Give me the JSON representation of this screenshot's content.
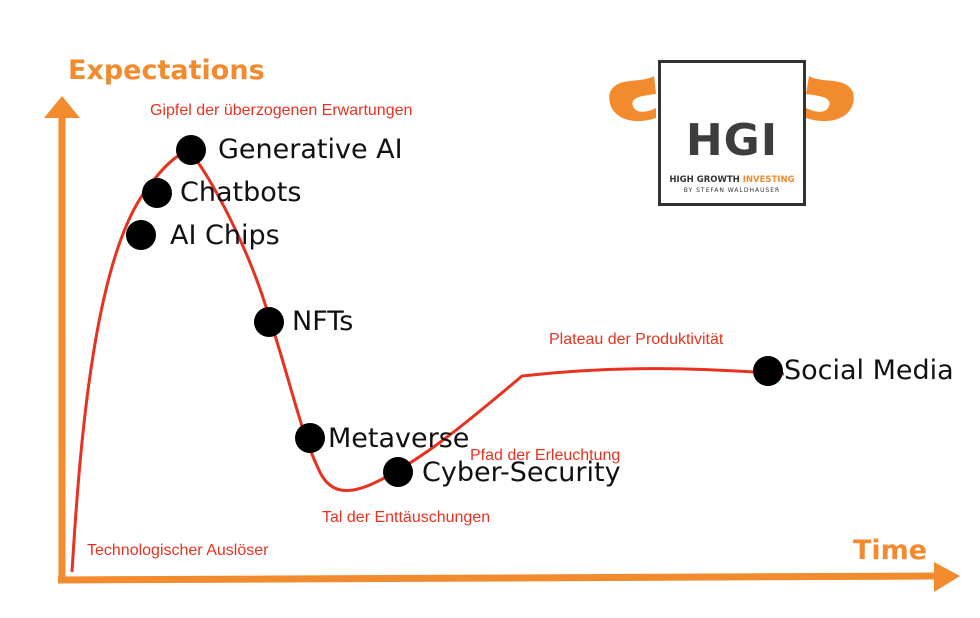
{
  "axes": {
    "y_title": "Expectations",
    "x_title": "Time"
  },
  "phases": {
    "trigger": "Technologischer Auslöser",
    "peak": "Gipfel der überzogenen Erwartungen",
    "trough": "Tal der Enttäuschungen",
    "slope": "Pfad der Erleuchtung",
    "plateau": "Plateau der Produktivität"
  },
  "technologies": [
    {
      "name": "Generative AI"
    },
    {
      "name": "Chatbots"
    },
    {
      "name": "AI Chips"
    },
    {
      "name": "NFTs"
    },
    {
      "name": "Metaverse"
    },
    {
      "name": "Cyber-Security"
    },
    {
      "name": "Social Media"
    }
  ],
  "logo": {
    "monogram": "HGI",
    "line1_a": "HIGH GROWTH ",
    "line1_b": "INVESTING",
    "line2": "BY STEFAN WALDHAUSER"
  },
  "colors": {
    "axis": "#f28a2e",
    "curve": "#e83220",
    "dot": "#000000",
    "logo_accent": "#f28a2e"
  }
}
